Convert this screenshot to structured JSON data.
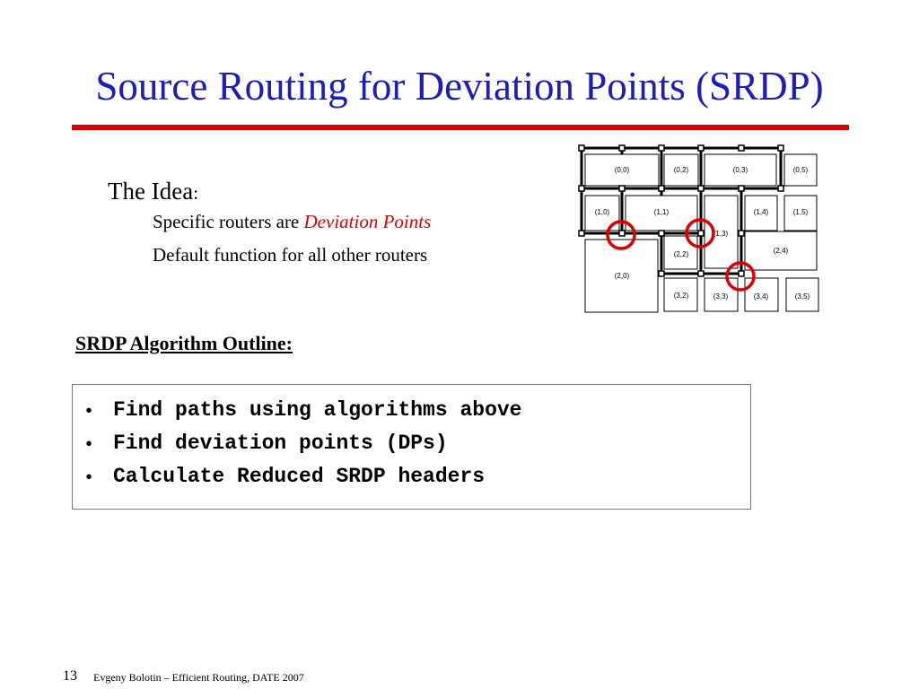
{
  "slide": {
    "title": "Source Routing for Deviation Points (SRDP)",
    "idea_label": "The Idea",
    "idea_colon": ":",
    "idea_line1_prefix": "Specific routers are ",
    "idea_line1_highlight": "Deviation Points",
    "idea_line2": "Default function for all other routers",
    "outline_heading": "SRDP Algorithm Outline:",
    "bullets": [
      "Find paths using algorithms above",
      "Find deviation points (DPs)",
      "Calculate Reduced SRDP headers"
    ],
    "bullet_symbol": "•",
    "slide_number": "13",
    "footer": "Evgeny Bolotin – Efficient Routing, DATE 2007"
  },
  "diagram": {
    "modules": [
      "(0,0)",
      "(0,2)",
      "(0,3)",
      "(0,5)",
      "(1,0)",
      "(1,1)",
      "(1,4)",
      "(1,5)",
      "(1,3)",
      "(2,2)",
      "(2,4)",
      "(2,0)",
      "(3,2)",
      "(3,3)",
      "(3,4)",
      "(3,5)"
    ],
    "deviation_point_color": "#dd0000"
  },
  "colors": {
    "title": "#1d1dbb",
    "rule": "#dd0000",
    "highlight": "#dd0000"
  }
}
